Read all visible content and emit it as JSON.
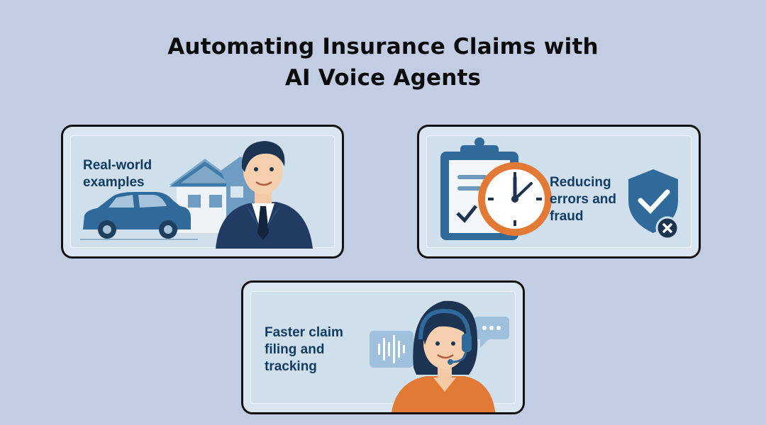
{
  "title": {
    "line1": "Automating Insurance Claims with",
    "line2": "AI Voice Agents"
  },
  "cards": [
    {
      "label": "Real-world\nexamples",
      "icons": [
        "car-icon",
        "house-icon",
        "agent-man-icon"
      ]
    },
    {
      "label": "Reducing\nerrors and\nfraud",
      "icons": [
        "clipboard-icon",
        "clock-icon",
        "shield-check-icon"
      ]
    },
    {
      "label": "Faster claim\nfiling and\ntracking",
      "icons": [
        "sound-wave-icon",
        "chat-bubble-icon",
        "headset-agent-icon"
      ]
    }
  ],
  "colors": {
    "background": "#c2cde3",
    "card": "#d9e6f0",
    "accent_blue": "#2f6a9a",
    "dark_navy": "#1b3a5c",
    "orange": "#e27a35"
  }
}
